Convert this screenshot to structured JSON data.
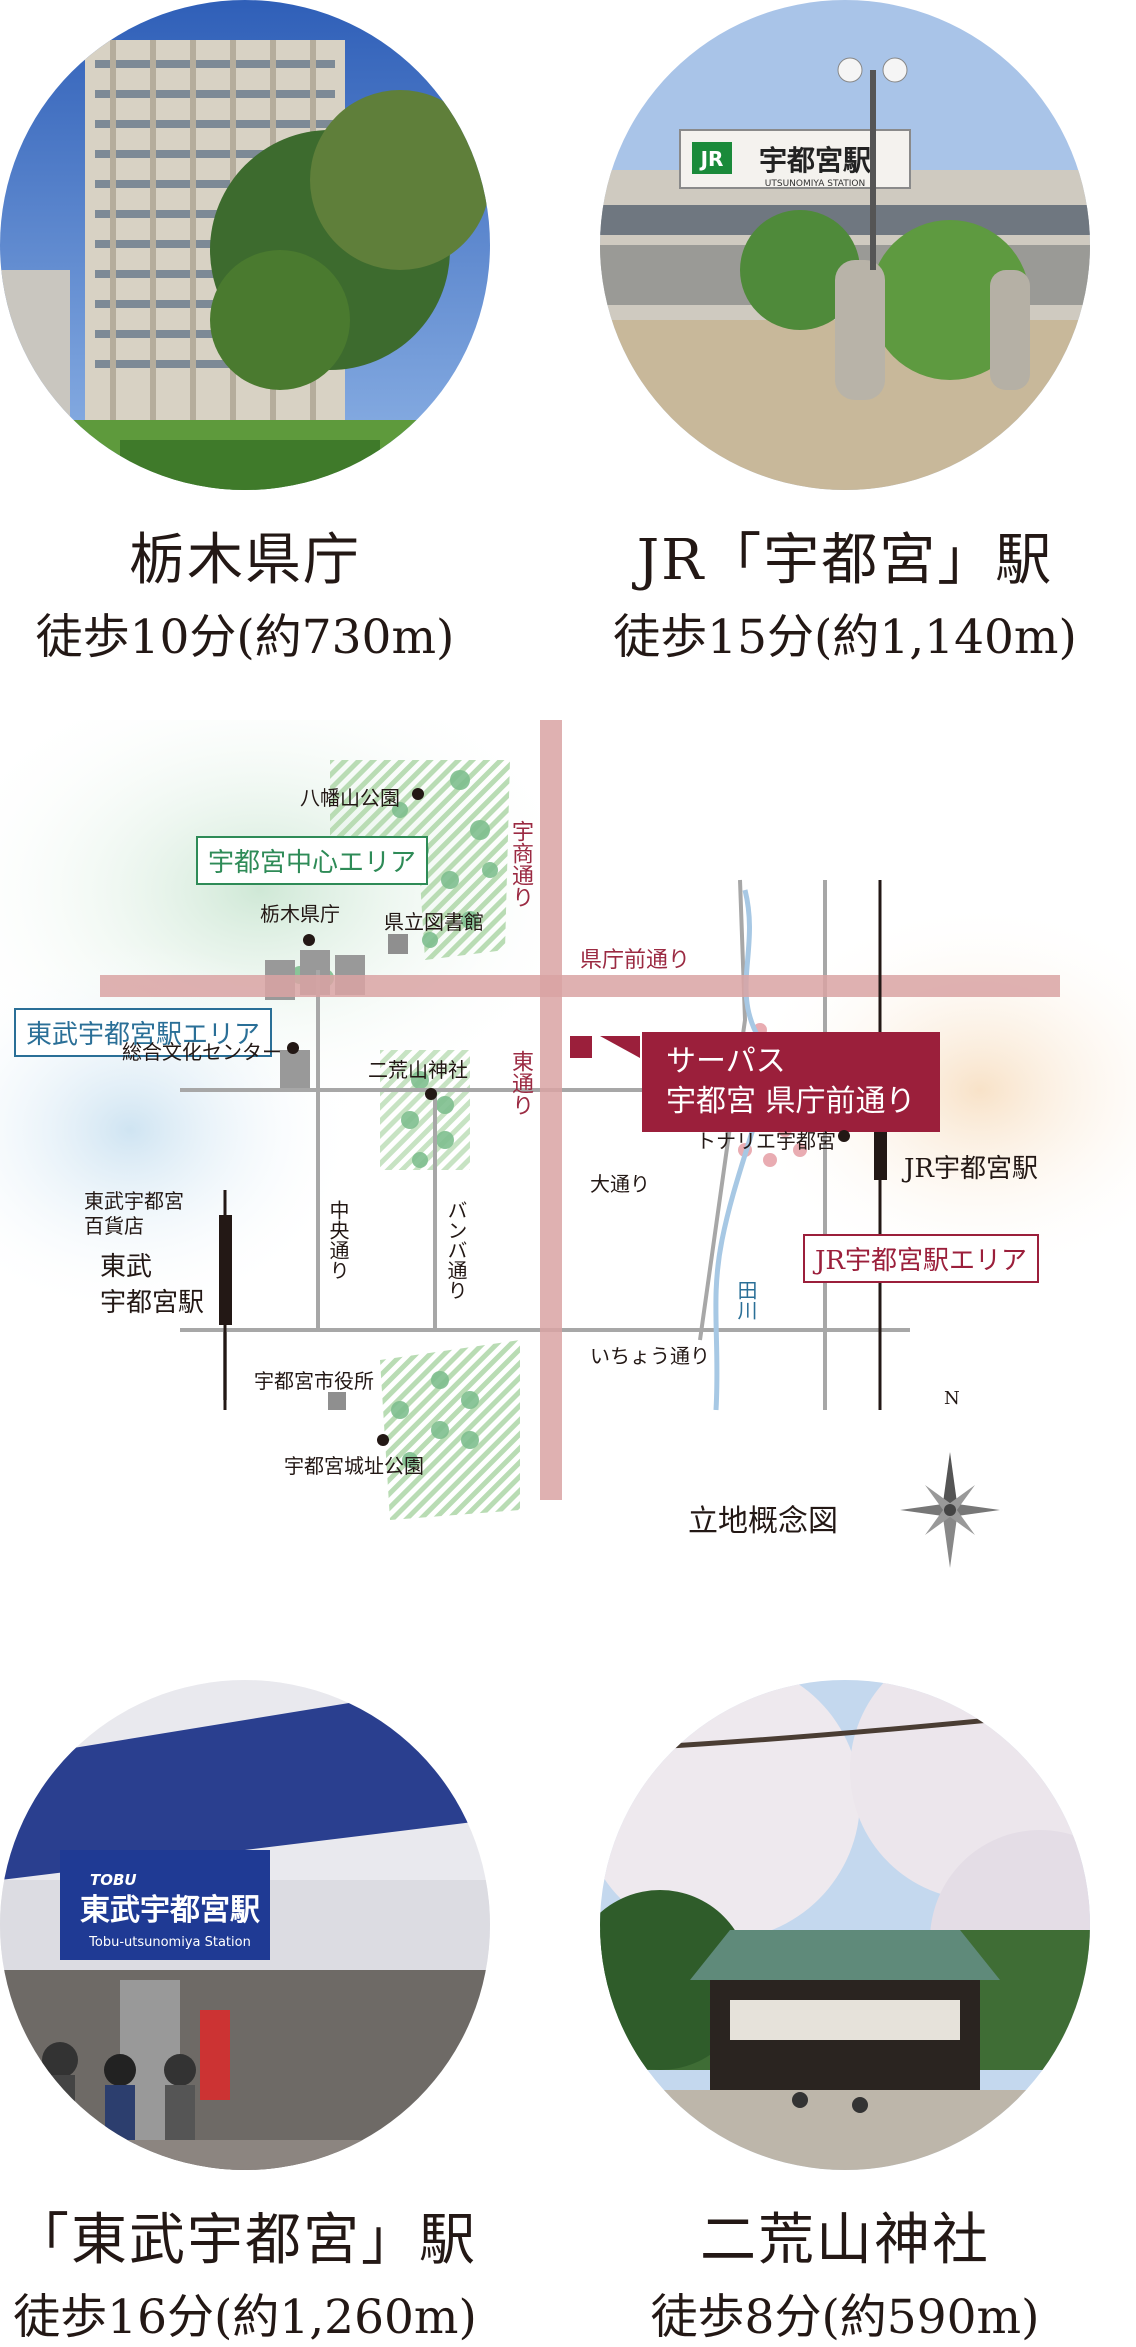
{
  "spots": [
    {
      "title": "栃木県庁",
      "walk": "徒歩10分(約730m)"
    },
    {
      "title": "JR「宇都宮」駅",
      "walk": "徒歩15分(約1,140m)"
    },
    {
      "title": "「東武宇都宮」駅",
      "walk": "徒歩16分(約1,260m)"
    },
    {
      "title": "二荒山神社",
      "walk": "徒歩8分(約590m)"
    }
  ],
  "photo_signs": {
    "jr_sign": "宇都宮駅",
    "jr_logo": "JR",
    "jr_sub": "UTSUNOMIYA STATION",
    "tobu_sign": "東武宇都宮駅",
    "tobu_sub": "Tobu-utsunomiya Station",
    "tobu_logo": "TOBU"
  },
  "map": {
    "areas": {
      "center": "宇都宮中心エリア",
      "tobu": "東武宇都宮駅エリア",
      "jr": "JR宇都宮駅エリア"
    },
    "callout": {
      "line1": "サーパス",
      "line2": "宇都宮 県庁前通り"
    },
    "places": {
      "hachimanyama": "八幡山公園",
      "kencho": "栃木県庁",
      "library": "県立図書館",
      "bunka": "総合文化センター",
      "futaarayama": "二荒山神社",
      "tobu_dept_1": "東武宇都宮",
      "tobu_dept_2": "百貨店",
      "tobu_st_1": "東武",
      "tobu_st_2": "宇都宮駅",
      "toneria": "トナリエ宇都宮",
      "jr_st": "JR宇都宮駅",
      "city_hall": "宇都宮市役所",
      "castle_park": "宇都宮城址公園"
    },
    "roads": {
      "usho": "宇商通り",
      "kenchomae": "県庁前通り",
      "higashi": "東通り",
      "odori": "大通り",
      "chuo": "中央通り",
      "banba": "バンバ通り",
      "icho": "いちょう通り",
      "tagawa": "田川"
    },
    "title": "立地概念図",
    "compass": "N"
  },
  "colors": {
    "accent_red": "#9b1f3b",
    "green": "#2e8b57",
    "blue": "#2a6f97",
    "road_pink": "#d9a3a3"
  }
}
